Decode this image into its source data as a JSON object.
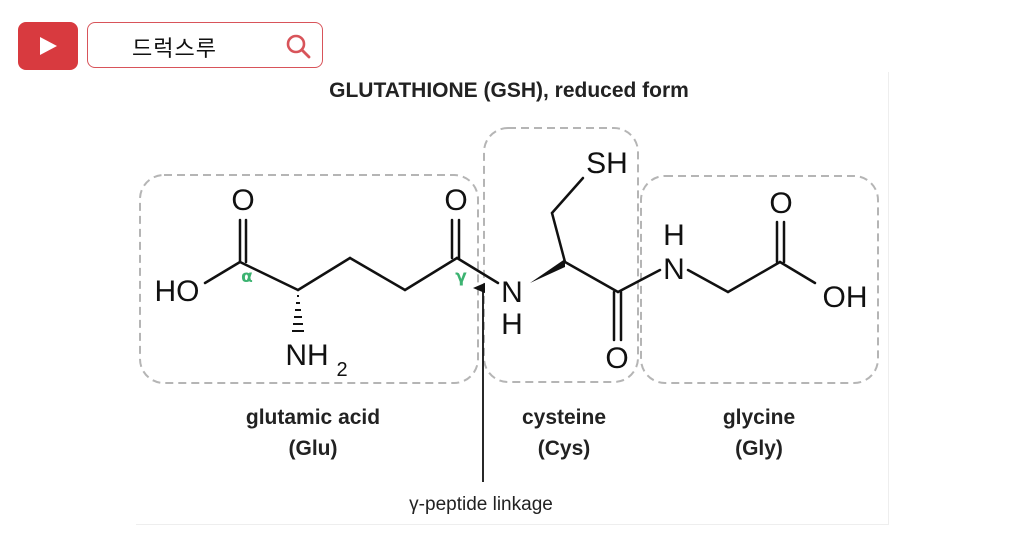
{
  "search": {
    "query": "드럭스루"
  },
  "icons": {
    "play": "play-icon",
    "search": "search-icon"
  },
  "colors": {
    "brand_red": "#d83a3f",
    "greek_label": "#3cb371",
    "group_box": "#b5b5b5"
  },
  "diagram": {
    "title": "GLUTATHIONE (GSH), reduced form",
    "atoms": {
      "sh": "SH",
      "o_glu_carboxyl": "O",
      "o_glu_gamma": "O",
      "ho": "HO",
      "nh": "NH",
      "sub2": "2",
      "n_cys": "N",
      "h_cys": "H",
      "o_cys": "O",
      "h_gly": "H",
      "n_gly": "N",
      "o_gly": "O",
      "oh": "OH"
    },
    "greek": {
      "alpha": "α",
      "gamma": "γ"
    },
    "groups": [
      {
        "name": "glutamic acid",
        "abbr": "(Glu)"
      },
      {
        "name": "cysteine",
        "abbr": "(Cys)"
      },
      {
        "name": "glycine",
        "abbr": "(Gly)"
      }
    ],
    "linkage_label": "γ-peptide linkage"
  }
}
